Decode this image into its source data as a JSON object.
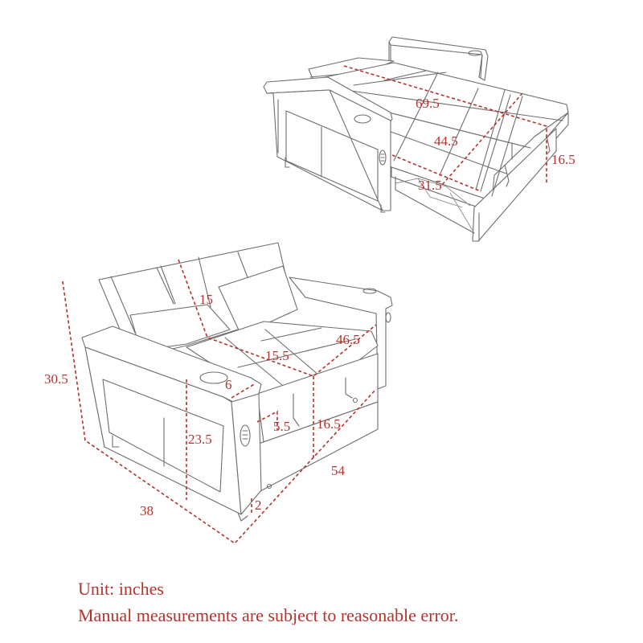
{
  "diagram": {
    "subject": "Sofa bed dimension drawing",
    "accent_color": "#b5322d",
    "line_color": "#6e6e6e",
    "views": [
      {
        "id": "bed-mode",
        "description": "Sofa pulled out into bed configuration",
        "dimensions": {
          "bed_length": "69.5",
          "bed_width": "44.5",
          "pullout_depth": "31.5",
          "bed_height": "16.5"
        }
      },
      {
        "id": "sofa-mode",
        "description": "Sofa in seating configuration",
        "dimensions": {
          "backrest_height": "15",
          "seat_depth": "15.5",
          "seat_width": "46.5",
          "arm_width": "6",
          "total_height": "30.5",
          "arm_height": "23.5",
          "cushion_thickness": "5.5",
          "seat_height": "16.5",
          "total_width": "54",
          "total_depth": "38",
          "leg_height": "2"
        }
      }
    ]
  },
  "notes": {
    "unit": "Unit: inches",
    "disclaimer": "Manual measurements are subject to reasonable error."
  }
}
